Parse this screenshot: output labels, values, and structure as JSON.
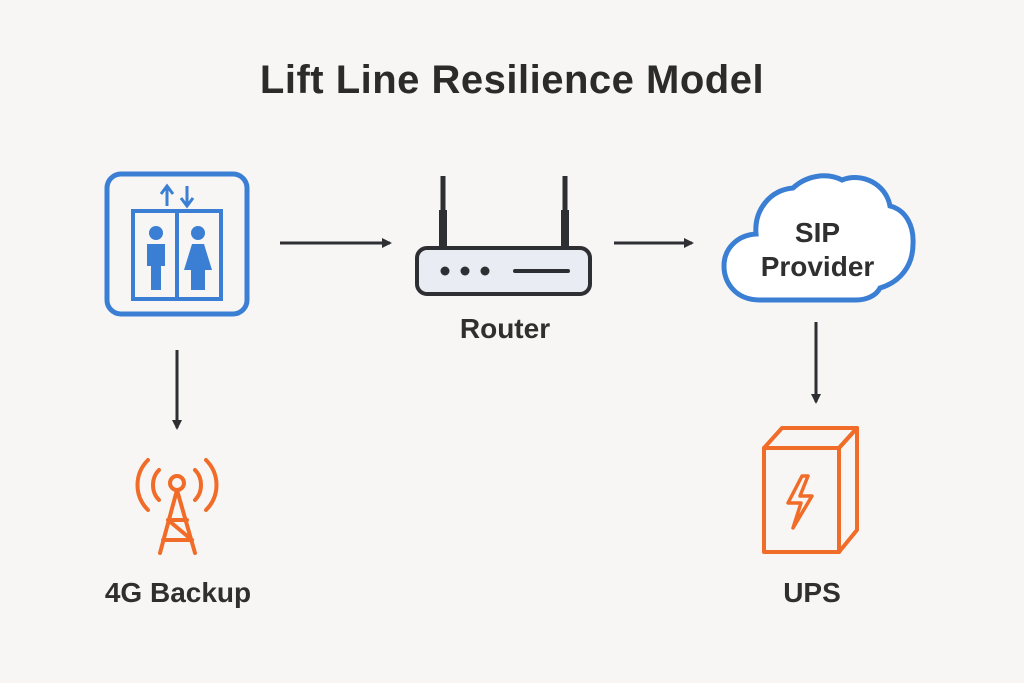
{
  "title": "Lift Line Resilience Model",
  "nodes": {
    "elevator": {
      "icon": "elevator-icon",
      "label": ""
    },
    "router": {
      "icon": "router-icon",
      "label": "Router"
    },
    "sip": {
      "icon": "cloud-icon",
      "label_line1": "SIP",
      "label_line2": "Provider"
    },
    "backup": {
      "icon": "cell-tower-icon",
      "label": "4G Backup"
    },
    "ups": {
      "icon": "battery-box-icon",
      "label": "UPS"
    }
  },
  "colors": {
    "blue": "#3a7fd4",
    "orange": "#f06c28",
    "dark": "#2e2f33",
    "text": "#2f2f2f"
  }
}
